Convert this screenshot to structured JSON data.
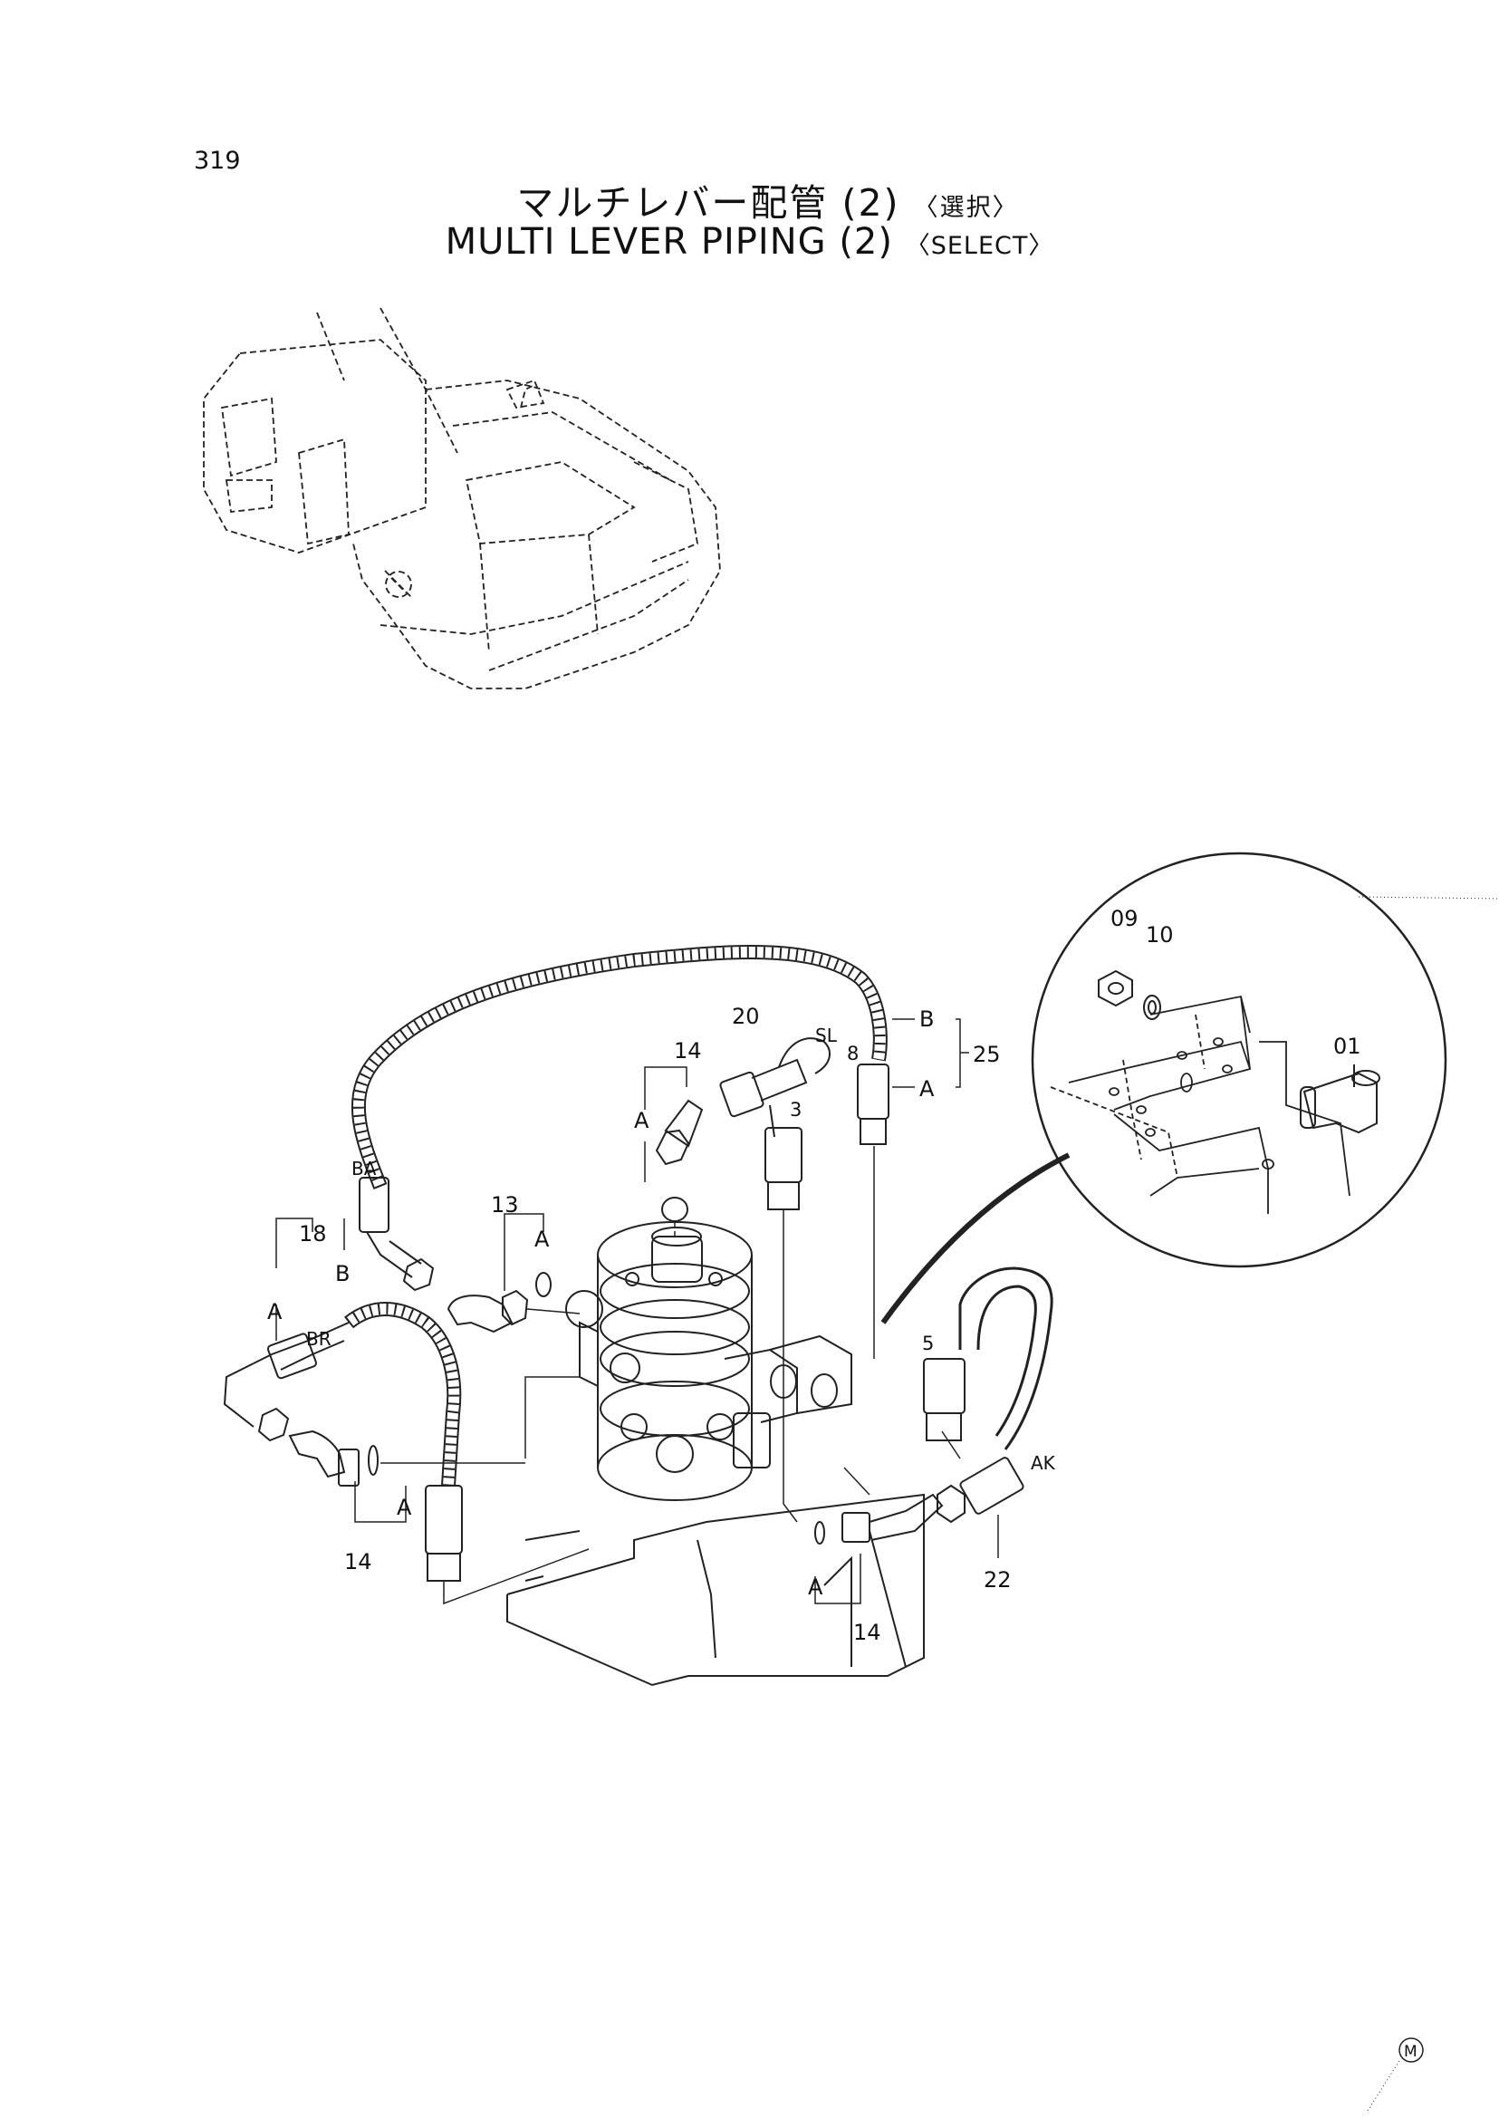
{
  "page_number": "319",
  "title_jp": "マルチレバー配管 (2)",
  "title_jp_tag": "〈選択〉",
  "title_en": "MULTI LEVER PIPING (2)",
  "title_en_tag": "〈SELECT〉",
  "labels": {
    "p01": "01",
    "p09": "09",
    "p10": "10",
    "p13": "13",
    "p14_top": "14",
    "p14_left": "14",
    "p14_bottom": "14",
    "p18": "18",
    "p20": "20",
    "p22": "22",
    "p25": "25",
    "p3": "3",
    "p5": "5",
    "p8": "8",
    "a_top": "A",
    "a_13": "A",
    "a_18": "A",
    "a_25": "A",
    "a_left": "A",
    "a_bottom": "A",
    "b_18": "B",
    "b_25": "B",
    "ba": "BA",
    "br": "BR",
    "sl": "SL",
    "ak": "AK"
  },
  "mark": "M"
}
